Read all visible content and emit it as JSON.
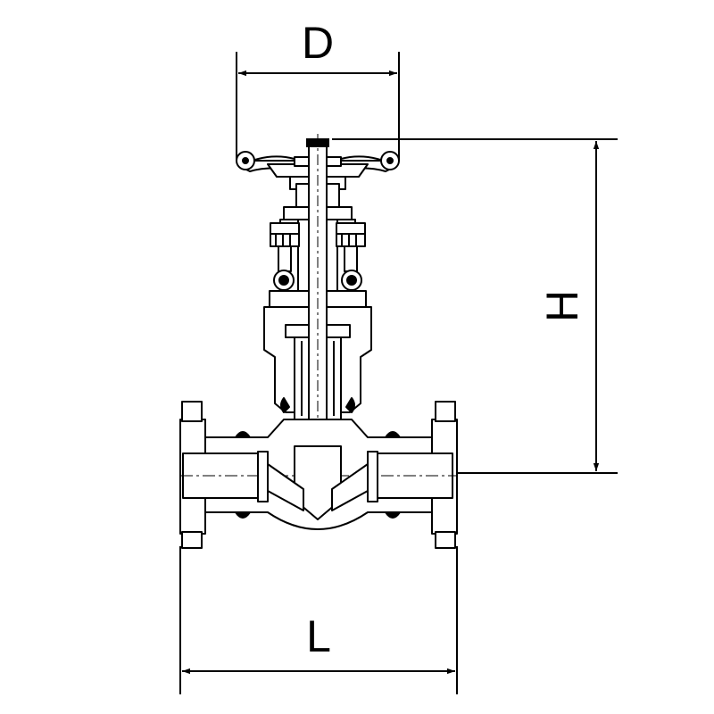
{
  "dimensions": {
    "top_width": "D",
    "height": "H",
    "length": "L"
  },
  "colors": {
    "stroke": "#000000",
    "background": "#ffffff"
  }
}
